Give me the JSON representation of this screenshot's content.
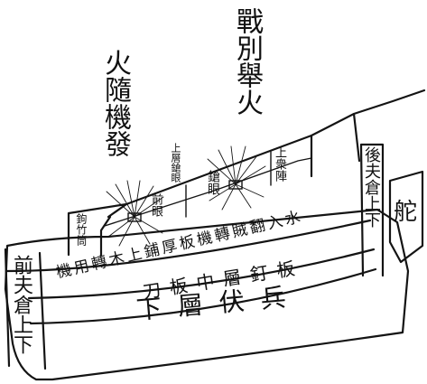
{
  "labels": {
    "war_lift_fire": "戰別舉火",
    "fire_follows_launch": "火隨機發",
    "upper_gun_port": "上層鎗眼",
    "side_gun_port": "鎗眼",
    "front_gun_port": "前眼",
    "upper_fire": "上衆陣",
    "hook_gun": "鉤竹筒",
    "rear_hatch": "後夫倉上下",
    "rudder": "舵",
    "upper_deck_band": "機用轉木上鋪厚板機轉賊翻入水",
    "middle_deck_band": "刀板中層釘板",
    "lower_deck_band": "下層伏兵",
    "front_hatch": "前夫倉上下"
  },
  "colors": {
    "ink": "#141414",
    "paper": "#ffffff"
  }
}
